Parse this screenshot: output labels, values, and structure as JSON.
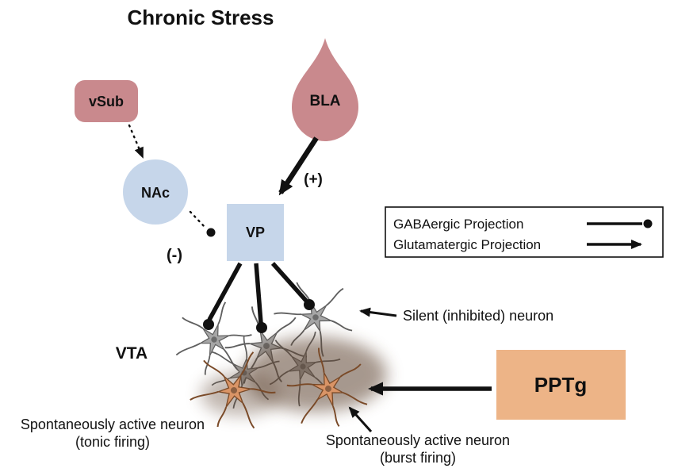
{
  "title": "Chronic Stress",
  "nodes": {
    "vsub": {
      "label": "vSub",
      "color": "#c9898d"
    },
    "bla": {
      "label": "BLA",
      "color": "#c9898d"
    },
    "nac": {
      "label": "NAc",
      "color": "#c6d6ea"
    },
    "vp": {
      "label": "VP",
      "color": "#c6d6ea"
    },
    "pptg": {
      "label": "PPTg",
      "color": "#edb487"
    }
  },
  "region_label": "VTA",
  "signs": {
    "excitatory": "(+)",
    "inhibitory": "(-)"
  },
  "legend": {
    "items": [
      {
        "label": "GABAergic Projection"
      },
      {
        "label": "Glutamatergic Projection"
      }
    ]
  },
  "annotations": {
    "silent_neuron": "Silent (inhibited) neuron",
    "tonic": {
      "line1": "Spontaneously active neuron",
      "line2": "(tonic firing)"
    },
    "burst": {
      "line1": "Spontaneously active neuron",
      "line2": "(burst firing)"
    }
  },
  "neuron_colors": {
    "silent_fill": "#a6a6a6",
    "active_fill": "#d99466",
    "shadow": "#5e4531"
  }
}
